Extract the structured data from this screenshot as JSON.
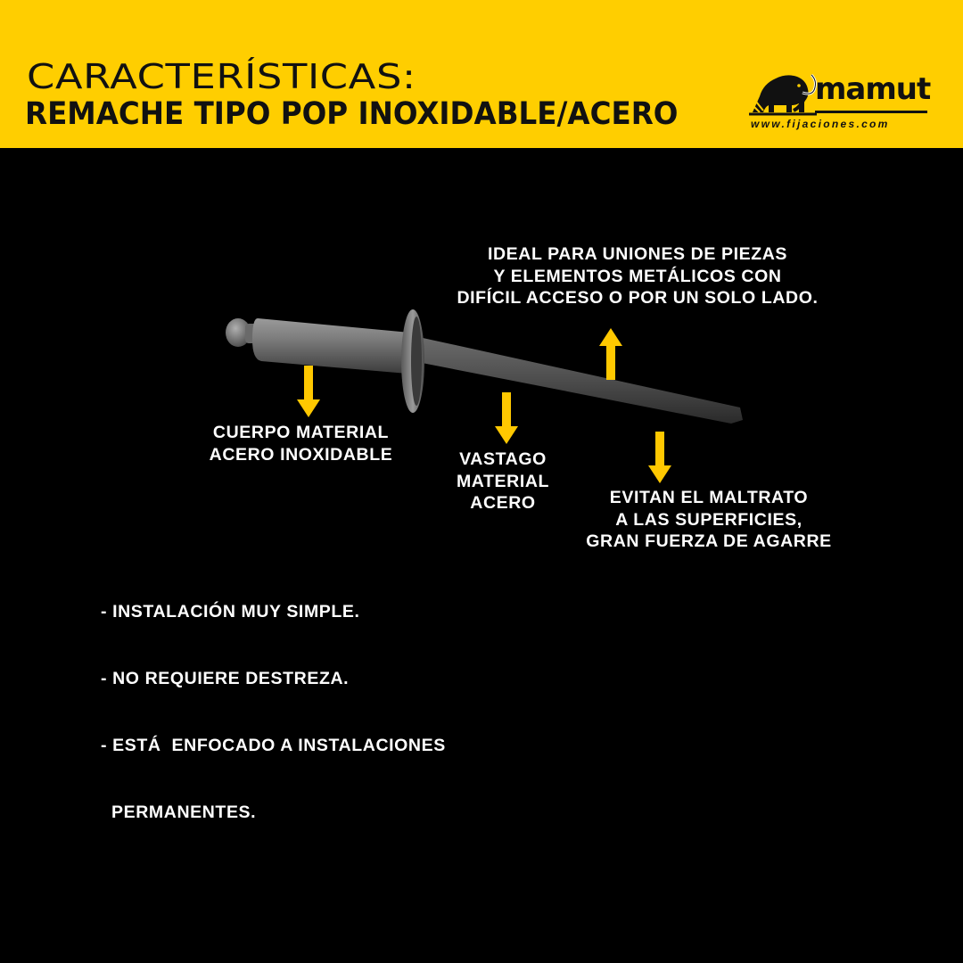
{
  "header": {
    "title_line1": "CARACTERÍSTICAS:",
    "title_line2": "REMACHE TIPO POP INOXIDABLE/ACERO",
    "background_color": "#FFCE00"
  },
  "logo": {
    "brand": "mamut",
    "url": "www.fijaciones.com",
    "icon": "mammoth-icon"
  },
  "product_image": {
    "icon": "rivet-icon"
  },
  "callouts": {
    "top": {
      "lines": [
        "IDEAL PARA UNIONES DE PIEZAS",
        "Y ELEMENTOS METÁLICOS CON",
        "DIFÍCIL ACCESO O POR UN SOLO LADO."
      ],
      "arrow": "arrow-up-icon"
    },
    "body": {
      "lines": [
        "CUERPO MATERIAL",
        "ACERO INOXIDABLE"
      ],
      "arrow": "arrow-down-icon"
    },
    "mandrel": {
      "lines": [
        "VASTAGO",
        "MATERIAL",
        "ACERO"
      ],
      "arrow": "arrow-down-icon"
    },
    "tip": {
      "lines": [
        "EVITAN EL MALTRATO",
        "A LAS SUPERFICIES,",
        "GRAN FUERZA  DE AGARRE"
      ],
      "arrow": "arrow-down-icon"
    }
  },
  "features": [
    "- INSTALACIÓN MUY SIMPLE.",
    "- NO REQUIERE DESTREZA.",
    "- ESTÁ  ENFOCADO A INSTALACIONES",
    "  PERMANENTES."
  ],
  "colors": {
    "accent": "#FFCE00",
    "arrow": "#FFC800",
    "text": "#FFFFFF",
    "background": "#000000"
  }
}
